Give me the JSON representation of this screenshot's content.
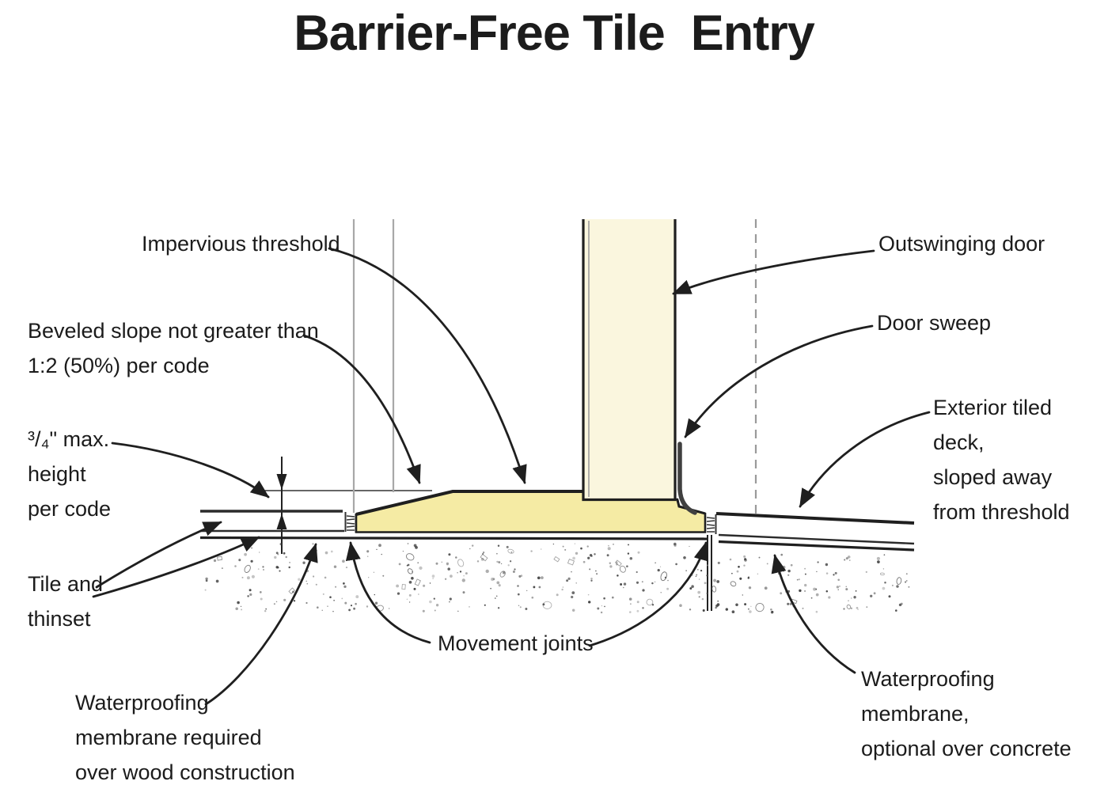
{
  "title": "Barrier-Free Tile  Entry",
  "labels": {
    "impervious_threshold": "Impervious threshold",
    "beveled_slope": "Beveled slope not greater than\n1:2 (50%) per code",
    "max_height": "³/₄\" max.\nheight\nper code",
    "tile_thinset": "Tile and\nthinset",
    "waterproofing_wood": "Waterproofing\nmembrane required\nover wood construction",
    "movement_joints": "Movement joints",
    "outswinging_door": "Outswinging door",
    "door_sweep": "Door sweep",
    "exterior_deck": "Exterior tiled deck,\nsloped away\nfrom threshold",
    "waterproofing_concrete": "Waterproofing membrane,\noptional over concrete"
  },
  "colors": {
    "line": "#1f1f1f",
    "door_fill": "#FAF6DE",
    "threshold_fill": "#F5EBA4",
    "jamb_gray": "#a8a8a8",
    "dashed_swing_gray": "#9a9a9a",
    "concrete_dot": "#3a3a3a"
  }
}
